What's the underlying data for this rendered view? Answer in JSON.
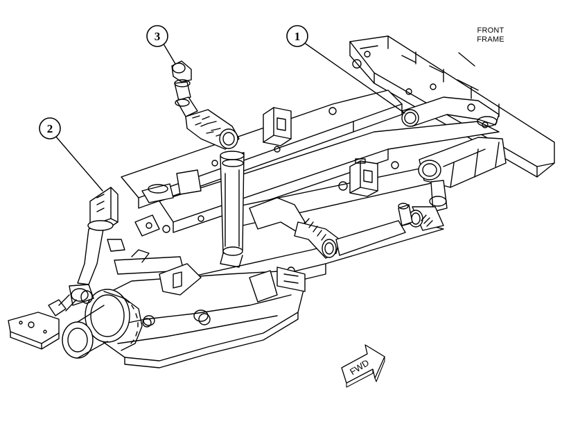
{
  "labels": {
    "front_frame_line1": "FRONT",
    "front_frame_line2": "FRAME",
    "fwd": "FWD"
  },
  "callouts": [
    {
      "number": "1"
    },
    {
      "number": "2"
    },
    {
      "number": "3"
    }
  ],
  "colors": {
    "line": "#000000",
    "background": "#ffffff",
    "shade": "#cfcfcf"
  }
}
